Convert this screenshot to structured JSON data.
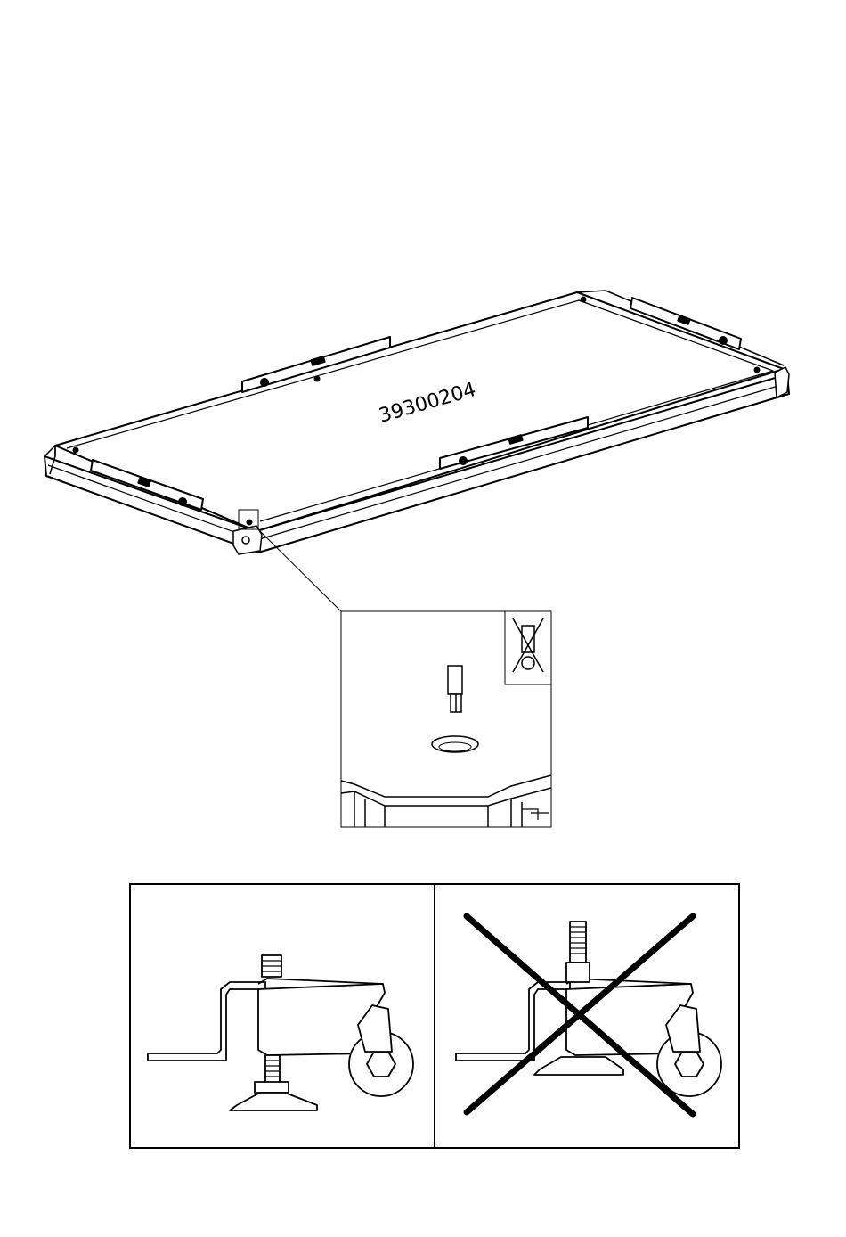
{
  "diagram": {
    "part_number": "39300204",
    "detail_callout": {
      "symbol": "no-lift-hook-icon"
    },
    "panels": [
      {
        "name": "correct-installation",
        "crossed_out": false
      },
      {
        "name": "incorrect-installation",
        "crossed_out": true
      }
    ]
  },
  "colors": {
    "line": "#000000",
    "background": "#ffffff"
  }
}
